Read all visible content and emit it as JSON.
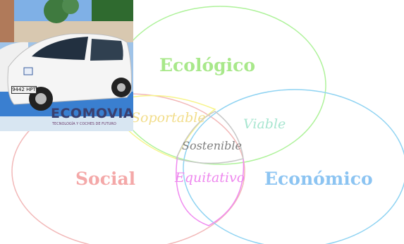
{
  "labels": {
    "ecologico": "Ecológico",
    "social": "Social",
    "economico": "Económico",
    "soportable": "Soportable",
    "viable": "Viable",
    "equitativo": "Equitativo",
    "sostenible": "Sostenible"
  },
  "photo": {
    "watermark": "ECOMOVIA",
    "subtitle": "TECNOLOGÍA Y COCHES DE FUTURO",
    "plate": "9442 HPT"
  },
  "colors": {
    "ecologico_circle": "#aef29a",
    "social_circle": "#f2b8b8",
    "economico_circle": "#8fd3f2",
    "ecologico_text": "#a8e88a",
    "social_text": "#f4a8a8",
    "economico_text": "#8cc4f2",
    "soportable_text": "#f2dd8a",
    "viable_text": "#a8e6d0",
    "equitativo_text": "#ee88ee",
    "sostenible_text": "#808080",
    "soportable_edge": "#f7f48a",
    "equitativo_edge": "#f08af0",
    "sostenible_edge": "#c8c8c8"
  }
}
